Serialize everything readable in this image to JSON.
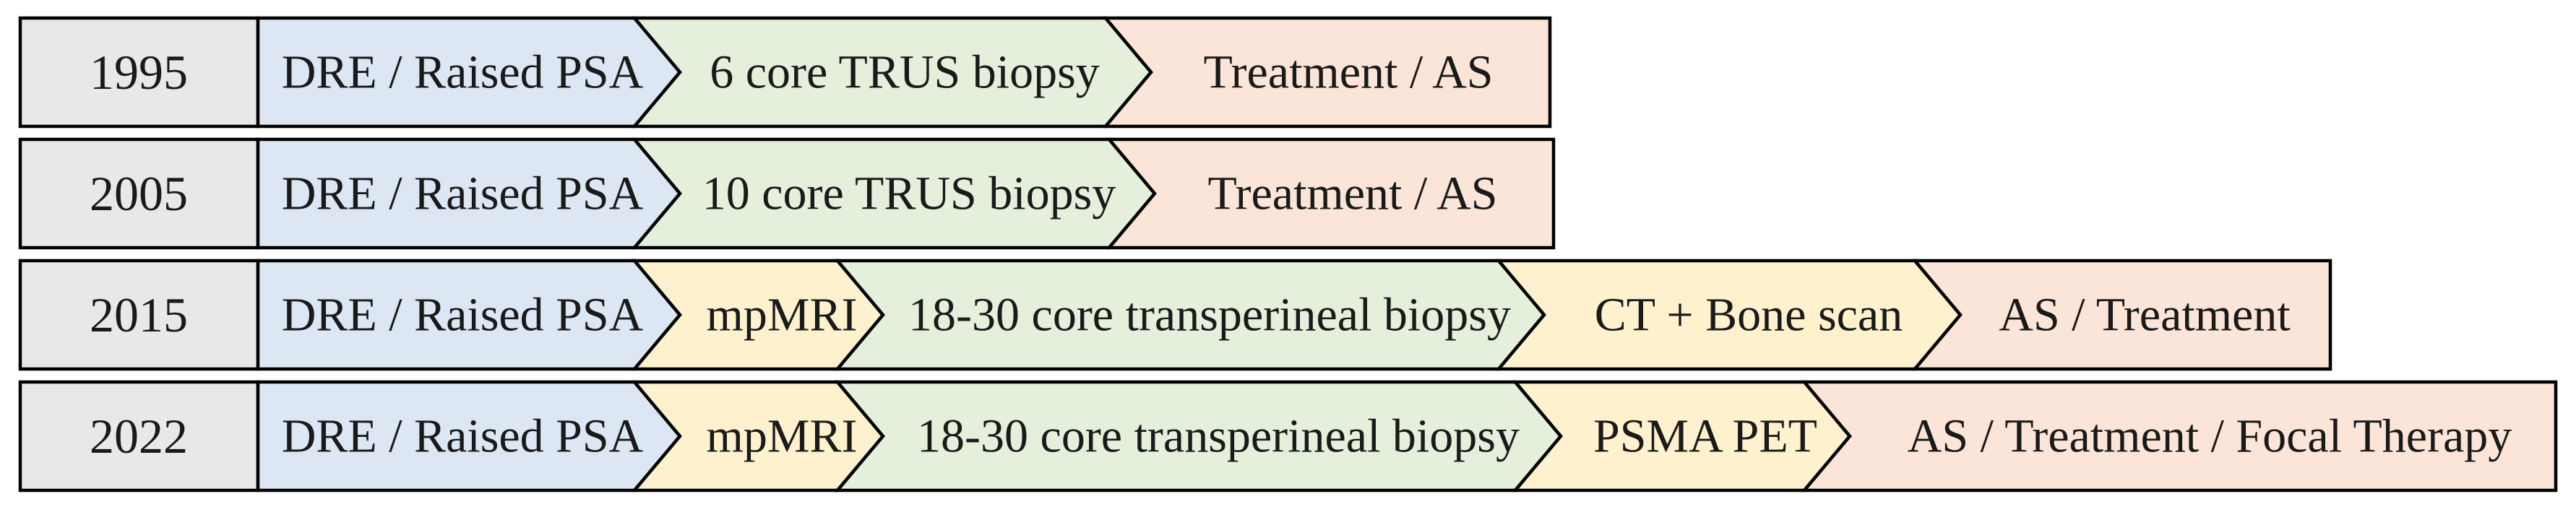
{
  "palette": {
    "background": "#ffffff",
    "border": "#000000",
    "text": "#1a1a1a",
    "year_box": "#e8e8e6",
    "blue": "#dce7f3",
    "green": "#e4efdc",
    "yellow": "#fdf2cd",
    "peach": "#fbe5d8"
  },
  "rows": [
    {
      "year": "1995",
      "segments": [
        {
          "label": "DRE / Raised PSA",
          "color": "#dce7f3"
        },
        {
          "label": "6 core TRUS biopsy",
          "color": "#e4efdc"
        },
        {
          "label": "Treatment / AS",
          "color": "#fbe5d8"
        }
      ]
    },
    {
      "year": "2005",
      "segments": [
        {
          "label": "DRE / Raised PSA",
          "color": "#dce7f3"
        },
        {
          "label": "10 core TRUS biopsy",
          "color": "#e4efdc"
        },
        {
          "label": "Treatment / AS",
          "color": "#fbe5d8"
        }
      ]
    },
    {
      "year": "2015",
      "segments": [
        {
          "label": "DRE / Raised PSA",
          "color": "#dce7f3"
        },
        {
          "label": "mpMRI",
          "color": "#fdf2cd"
        },
        {
          "label": "18-30 core transperineal biopsy",
          "color": "#e4efdc"
        },
        {
          "label": "CT + Bone scan",
          "color": "#fdf2cd"
        },
        {
          "label": "AS / Treatment",
          "color": "#fbe5d8"
        }
      ]
    },
    {
      "year": "2022",
      "segments": [
        {
          "label": "DRE / Raised PSA",
          "color": "#dce7f3"
        },
        {
          "label": "mpMRI",
          "color": "#fdf2cd"
        },
        {
          "label": "18-30 core transperineal biopsy",
          "color": "#e4efdc"
        },
        {
          "label": "PSMA PET",
          "color": "#fdf2cd"
        },
        {
          "label": "AS / Treatment / Focal Therapy",
          "color": "#fbe5d8"
        }
      ]
    }
  ]
}
